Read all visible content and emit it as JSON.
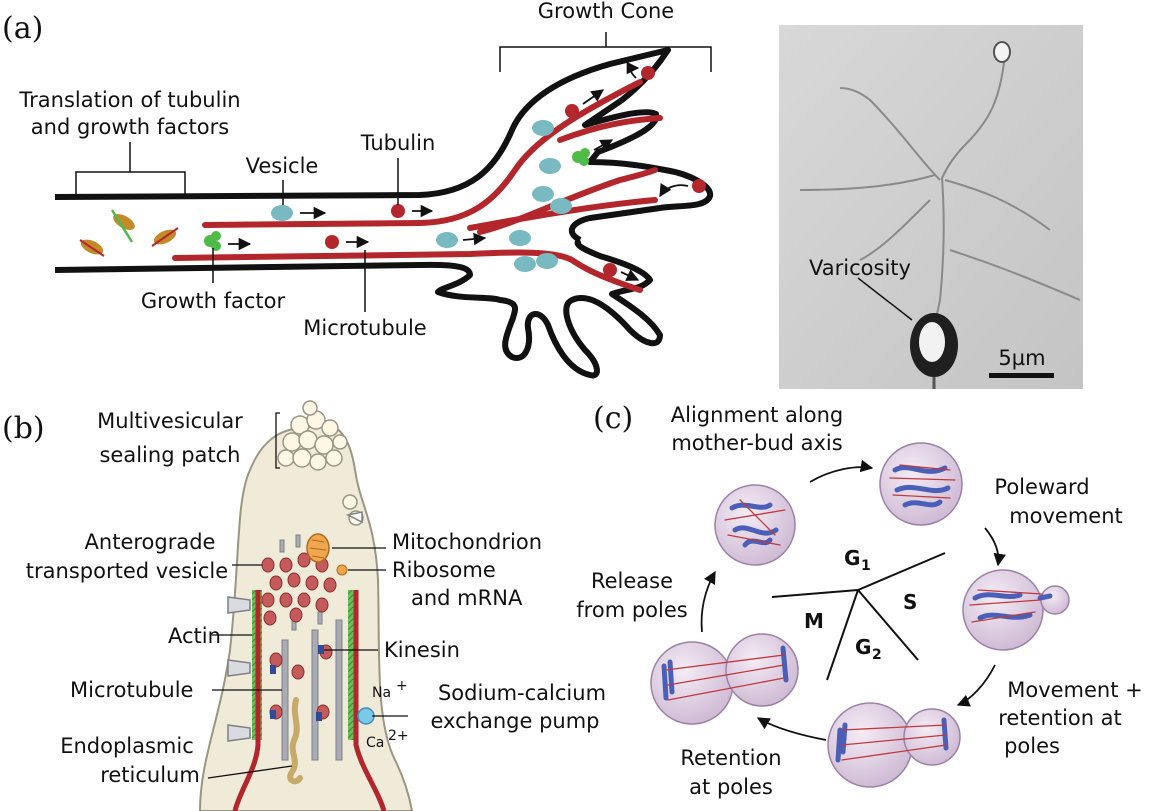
{
  "panels": {
    "a": {
      "panel_label": "(a)",
      "labels": {
        "growth_cone": "Growth Cone",
        "translation_line1": "Translation of tubulin",
        "translation_line2": "and growth factors",
        "vesicle": "Vesicle",
        "tubulin": "Tubulin",
        "growth_factor": "Growth factor",
        "microtubule": "Microtubule"
      },
      "photo": {
        "varicosity": "Varicosity",
        "scale_bar": "5µm"
      }
    },
    "b": {
      "panel_label": "(b)",
      "labels": {
        "sealing_line1": "Multivesicular",
        "sealing_line2": "sealing patch",
        "anterograde_line1": "Anterograde",
        "anterograde_line2": "transported vesicle",
        "mitochondrion": "Mitochondrion",
        "ribosome_line1": "Ribosome",
        "ribosome_line2": "and mRNA",
        "actin": "Actin",
        "kinesin": "Kinesin",
        "microtubule": "Microtubule",
        "na": "Na",
        "na_charge": "+",
        "ca": "Ca",
        "ca_charge": "2+",
        "pump_line1": "Sodium-calcium",
        "pump_line2": "exchange pump",
        "er_line1": "Endoplasmic",
        "er_line2": "reticulum"
      }
    },
    "c": {
      "panel_label": "(c)",
      "labels": {
        "alignment_line1": "Alignment along",
        "alignment_line2": "mother-bud axis",
        "poleward_line1": "Poleward",
        "poleward_line2": "movement",
        "release_line1": "Release",
        "release_line2": "from poles",
        "movement_line1": "Movement +",
        "movement_line2": "retention at",
        "movement_line3": "poles",
        "retention_line1": "Retention",
        "retention_line2": "at poles"
      },
      "phases": {
        "g1": "G",
        "g1_sub": "1",
        "s": "S",
        "m": "M",
        "g2": "G",
        "g2_sub": "2"
      }
    }
  },
  "colors": {
    "membrane": "#111111",
    "microtubule": "#b3262b",
    "vesicle": "#78b9c2",
    "tubulin": "#b3262b",
    "growth_factor": "#4fba48",
    "ribosome_strand": "#c48a2a",
    "cell_fill": "#e7d8ea",
    "chromosome": "#4a5fb8",
    "bud_fill": "#efe9dc",
    "photo_bg": "#cfcfcf"
  }
}
